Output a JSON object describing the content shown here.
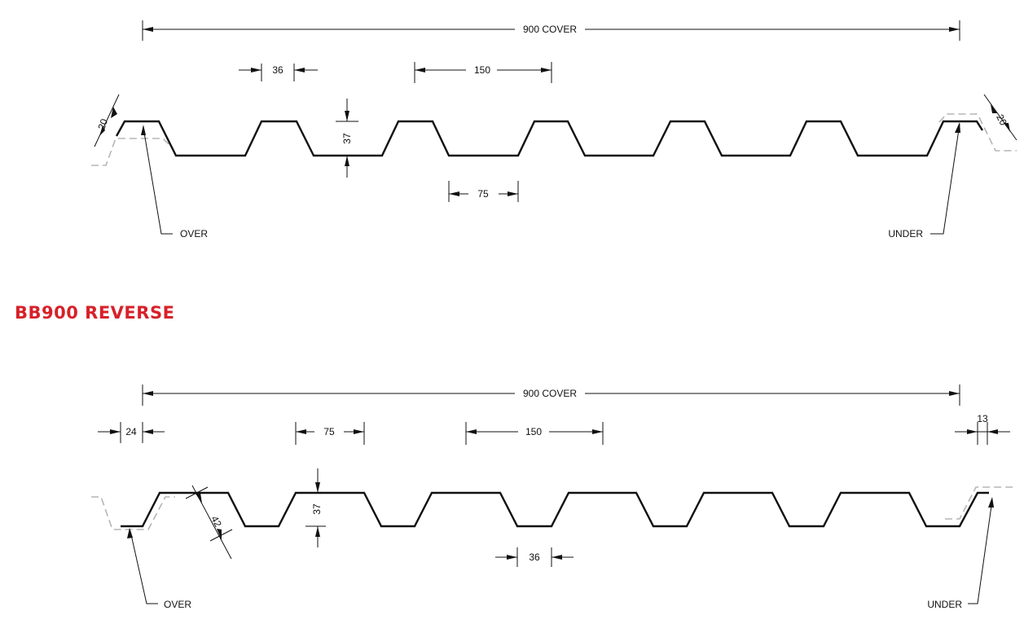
{
  "top_profile": {
    "cover_label": "900 COVER",
    "dim_36": "36",
    "dim_150": "150",
    "dim_37": "37",
    "dim_75": "75",
    "dim_20_left": "20",
    "dim_20_right": "20",
    "over_label": "OVER",
    "under_label": "UNDER"
  },
  "reverse_section": {
    "heading": "BB900 REVERSE",
    "cover_label": "900 COVER",
    "dim_24": "24",
    "dim_75": "75",
    "dim_150": "150",
    "dim_13": "13",
    "dim_37": "37",
    "dim_42": "42",
    "dim_36": "36",
    "over_label": "OVER",
    "under_label": "UNDER"
  },
  "colors": {
    "heading": "#d7212a",
    "lines": "#111111",
    "lap_dashed": "#b5b5b5"
  }
}
